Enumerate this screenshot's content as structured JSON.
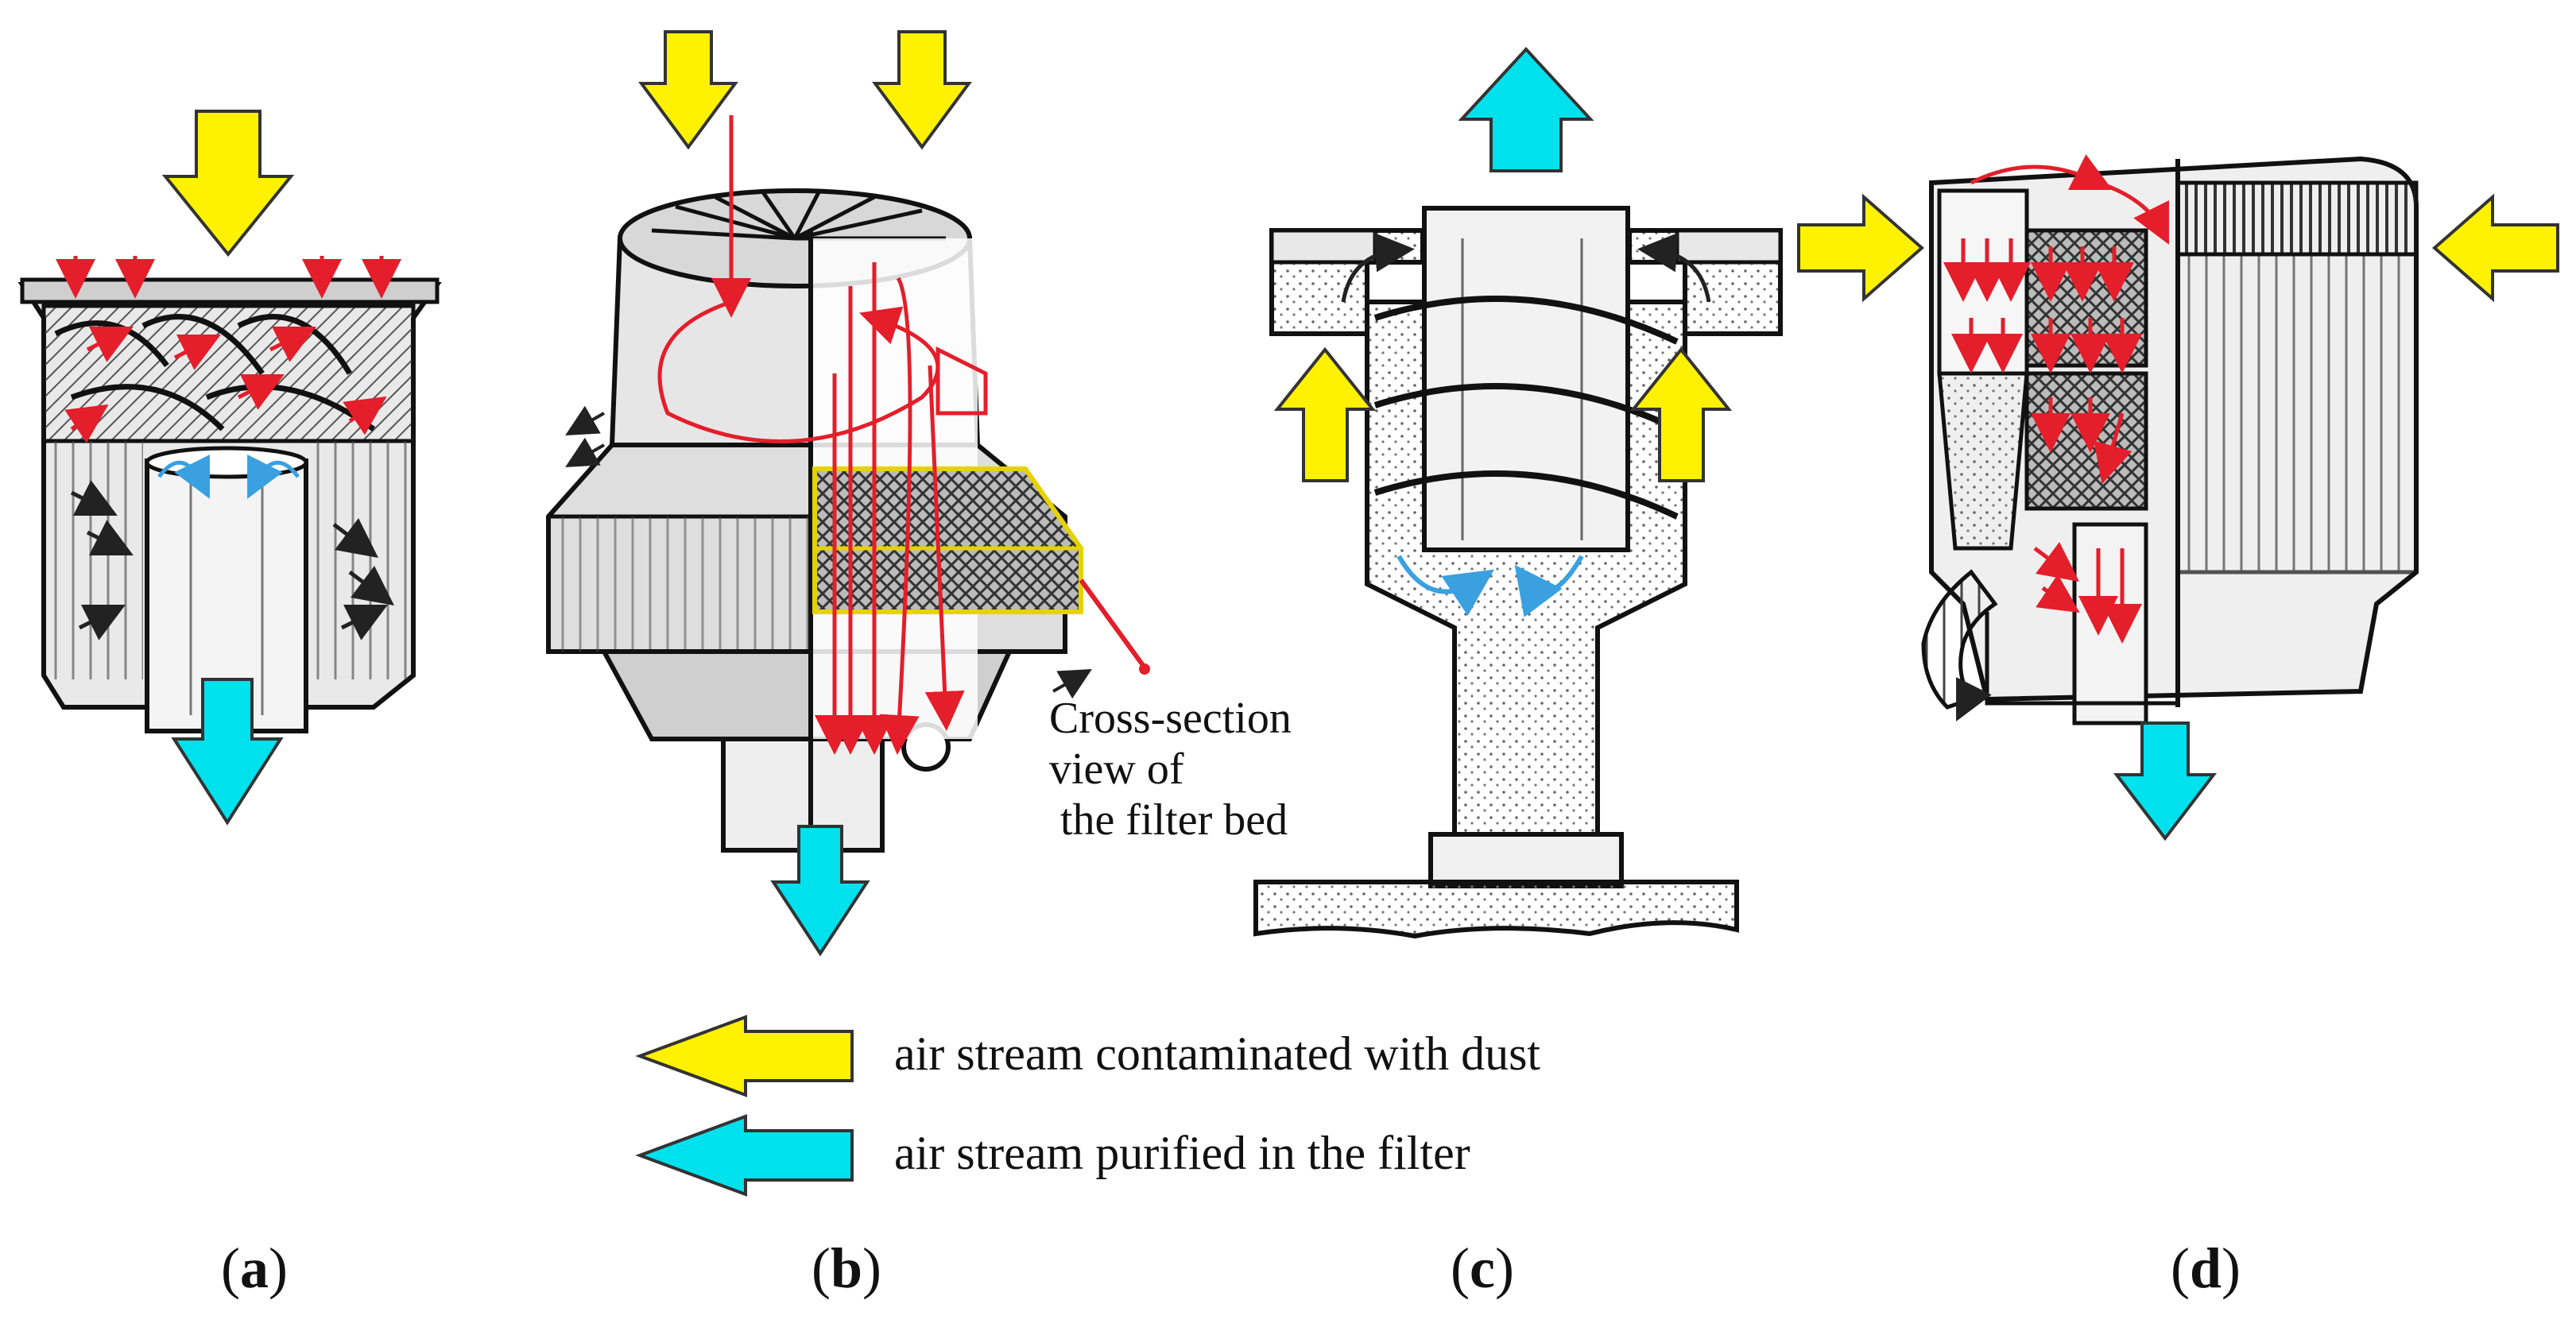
{
  "colors": {
    "dusty_air": "#FFF200",
    "clean_air": "#00E1EE",
    "arrow_outline": "#333333",
    "flow_red": "#E41E2A",
    "flow_blue": "#3AA0E0",
    "flow_black": "#222222",
    "filter_bed_outline": "#E6D200"
  },
  "callout": {
    "line1": "Cross-section",
    "line2": "view of",
    "line3": " the filter bed"
  },
  "legend": {
    "dusty_label": "air stream contaminated with dust",
    "clean_label": "air stream purified in the filter"
  },
  "panels": [
    {
      "open": "(",
      "letter": "a",
      "close": ")"
    },
    {
      "open": "(",
      "letter": "b",
      "close": ")"
    },
    {
      "open": "(",
      "letter": "c",
      "close": ")"
    },
    {
      "open": "(",
      "letter": "d",
      "close": ")"
    }
  ]
}
